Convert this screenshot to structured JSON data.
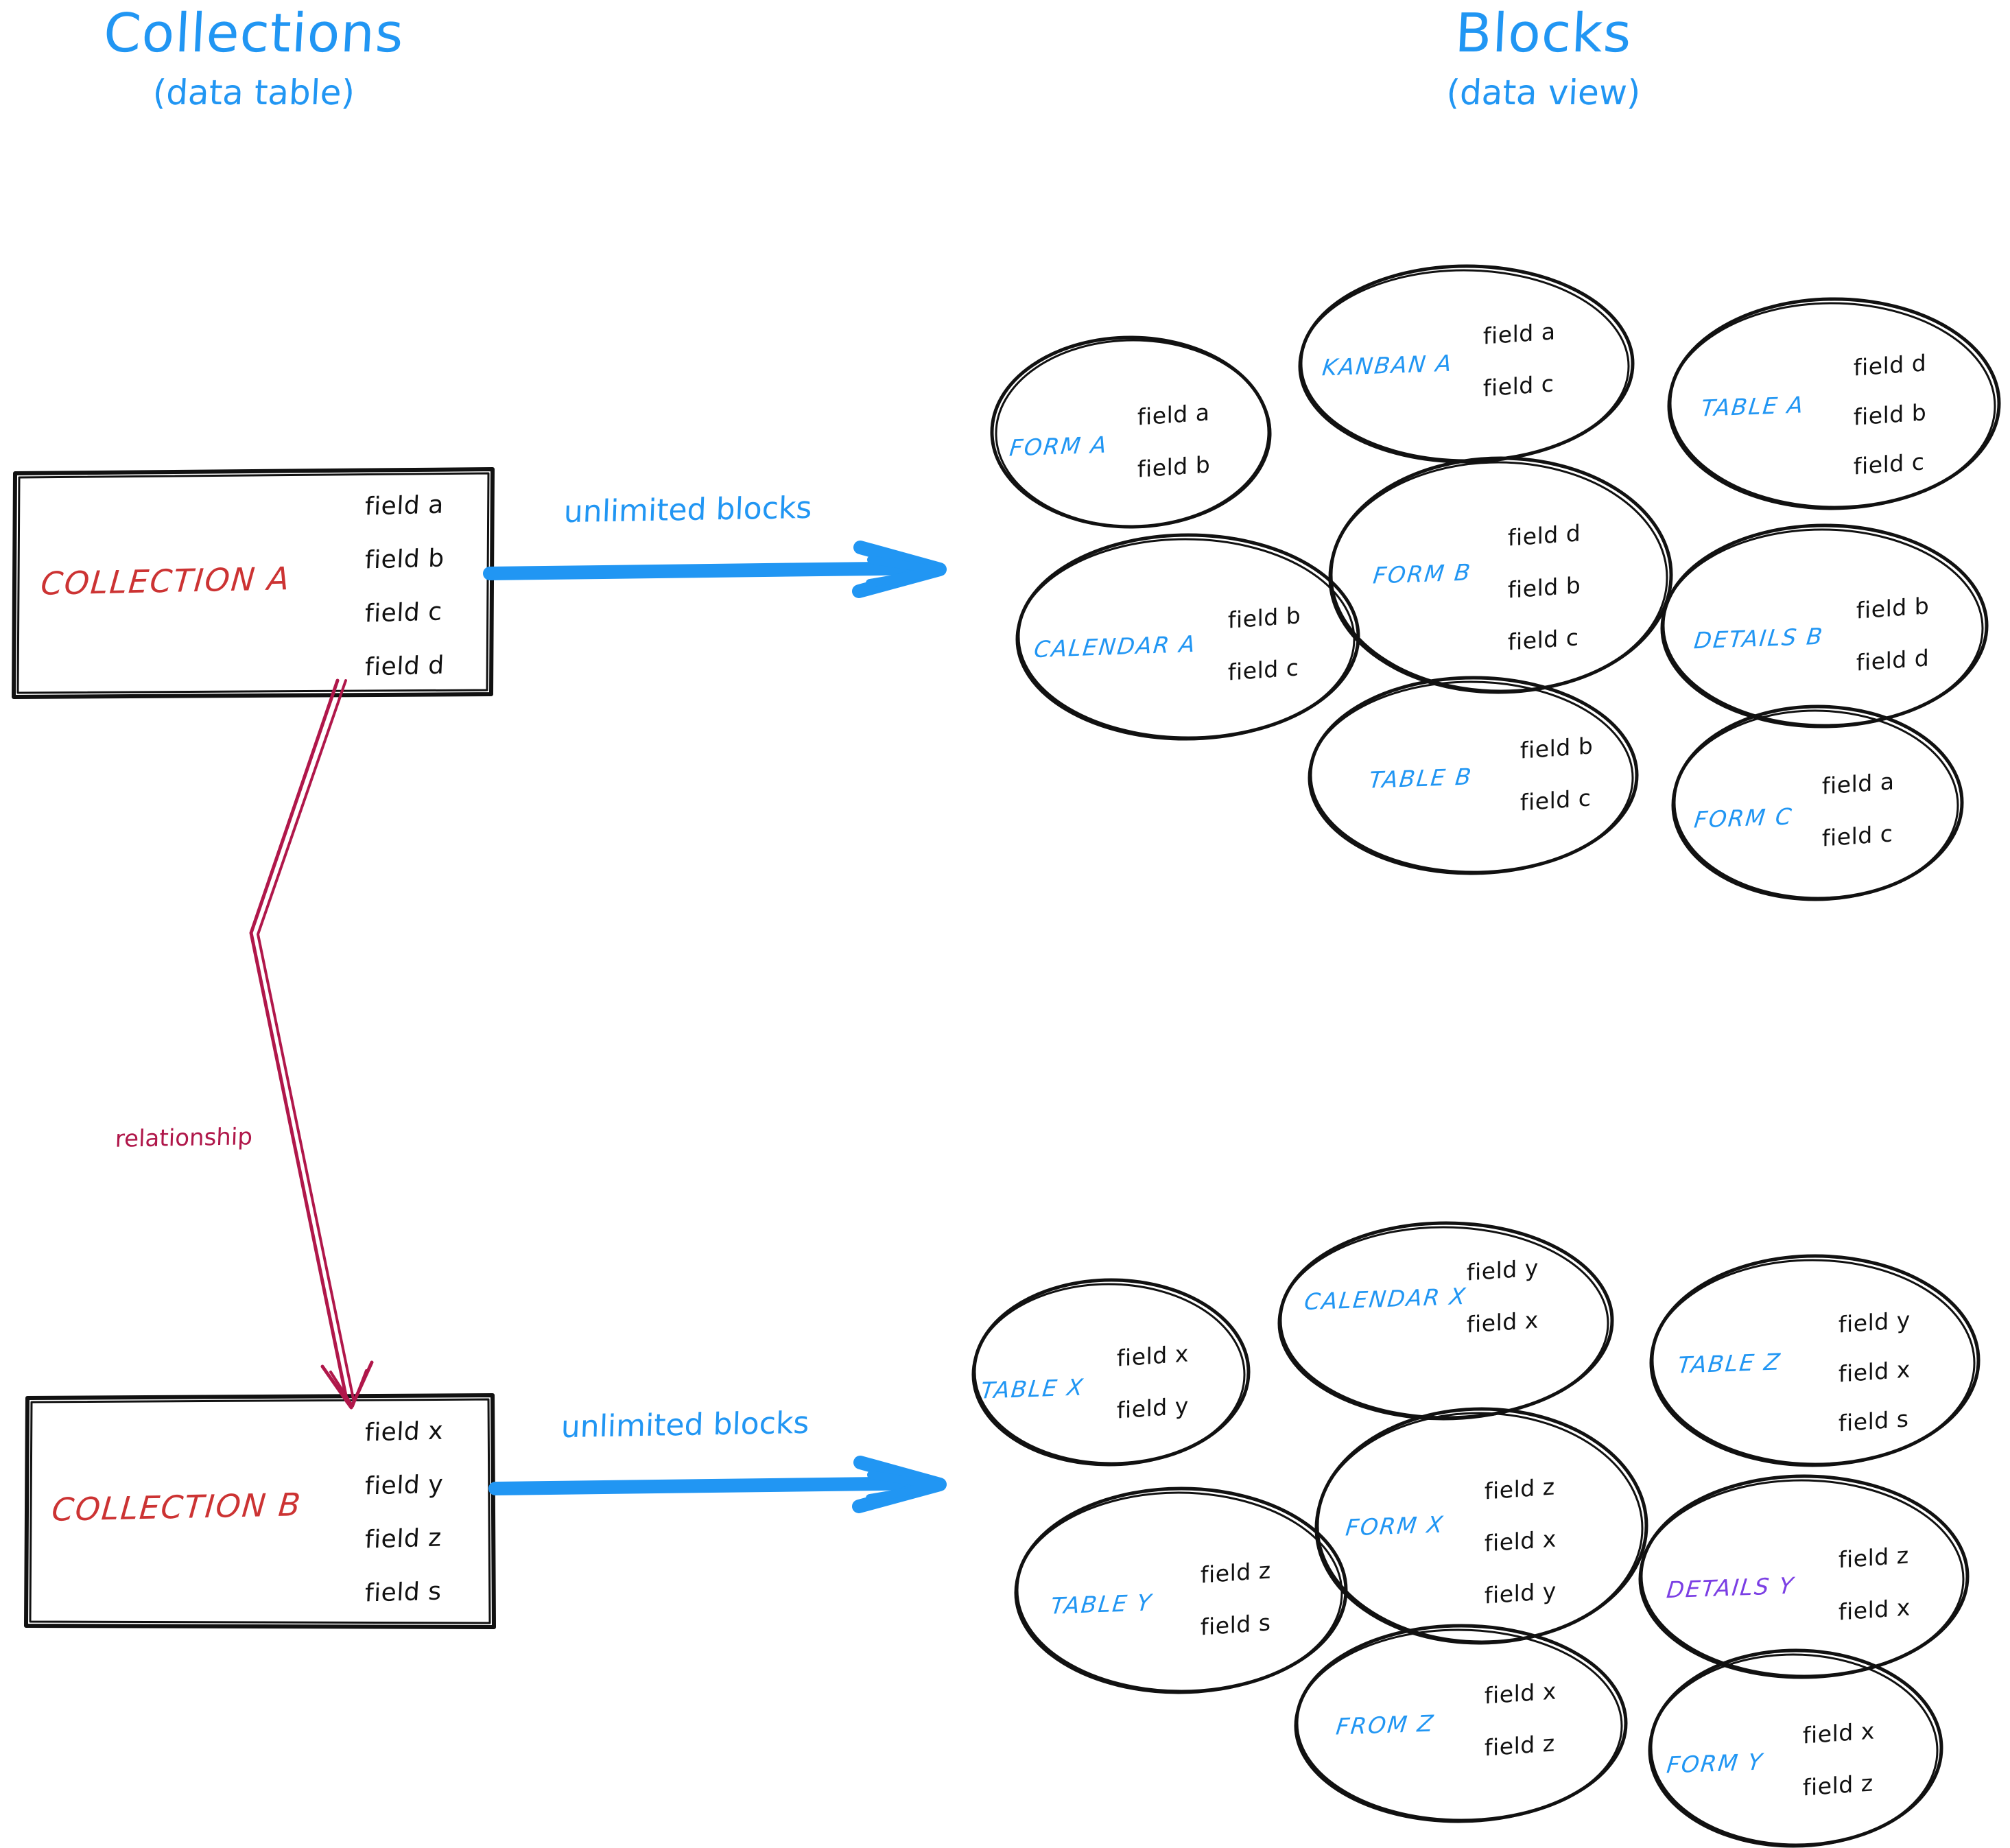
{
  "colors": {
    "accent_blue": "#2196F3",
    "collection_red": "#CC3333",
    "relationship_crimson": "#B0174A",
    "details_purple": "#7B3FE4",
    "ink_black": "#111111",
    "background": "#FFFFFF"
  },
  "headings": {
    "left": {
      "title": "Collections",
      "subtitle": "(data table)"
    },
    "right": {
      "title": "Blocks",
      "subtitle": "(data view)"
    }
  },
  "collections": [
    {
      "id": "collection-a",
      "name": "COLLECTION A",
      "fields": [
        "field a",
        "field b",
        "field c",
        "field d"
      ],
      "arrow_label": "unlimited blocks"
    },
    {
      "id": "collection-b",
      "name": "COLLECTION B",
      "fields": [
        "field x",
        "field y",
        "field z",
        "field s"
      ],
      "arrow_label": "unlimited blocks"
    }
  ],
  "relationship": {
    "label": "relationship"
  },
  "block_groups": [
    {
      "id": "blocks-a",
      "for_collection": "COLLECTION A",
      "blocks": [
        {
          "name": "FORM A",
          "name_color": "blue",
          "fields": [
            "field a",
            "field b"
          ]
        },
        {
          "name": "KANBAN A",
          "name_color": "blue",
          "fields": [
            "field a",
            "field c"
          ]
        },
        {
          "name": "TABLE A",
          "name_color": "blue",
          "fields": [
            "field d",
            "field b",
            "field c"
          ]
        },
        {
          "name": "CALENDAR A",
          "name_color": "blue",
          "fields": [
            "field b",
            "field c"
          ]
        },
        {
          "name": "FORM B",
          "name_color": "blue",
          "fields": [
            "field d",
            "field b",
            "field c"
          ]
        },
        {
          "name": "DETAILS B",
          "name_color": "blue",
          "fields": [
            "field b",
            "field d"
          ]
        },
        {
          "name": "TABLE B",
          "name_color": "blue",
          "fields": [
            "field b",
            "field c"
          ]
        },
        {
          "name": "FORM C",
          "name_color": "blue",
          "fields": [
            "field a",
            "field c"
          ]
        }
      ]
    },
    {
      "id": "blocks-b",
      "for_collection": "COLLECTION B",
      "blocks": [
        {
          "name": "TABLE X",
          "name_color": "blue",
          "fields": [
            "field x",
            "field y"
          ]
        },
        {
          "name": "CALENDAR X",
          "name_color": "blue",
          "fields": [
            "field y",
            "field x"
          ]
        },
        {
          "name": "TABLE Z",
          "name_color": "blue",
          "fields": [
            "field y",
            "field x",
            "field s"
          ]
        },
        {
          "name": "TABLE Y",
          "name_color": "blue",
          "fields": [
            "field z",
            "field s"
          ]
        },
        {
          "name": "FORM X",
          "name_color": "blue",
          "fields": [
            "field z",
            "field x",
            "field y"
          ]
        },
        {
          "name": "DETAILS Y",
          "name_color": "purple",
          "fields": [
            "field z",
            "field x"
          ]
        },
        {
          "name": "FROM Z",
          "name_color": "blue",
          "fields": [
            "field x",
            "field z"
          ]
        },
        {
          "name": "FORM Y",
          "name_color": "blue",
          "fields": [
            "field x",
            "field z"
          ]
        }
      ]
    }
  ]
}
